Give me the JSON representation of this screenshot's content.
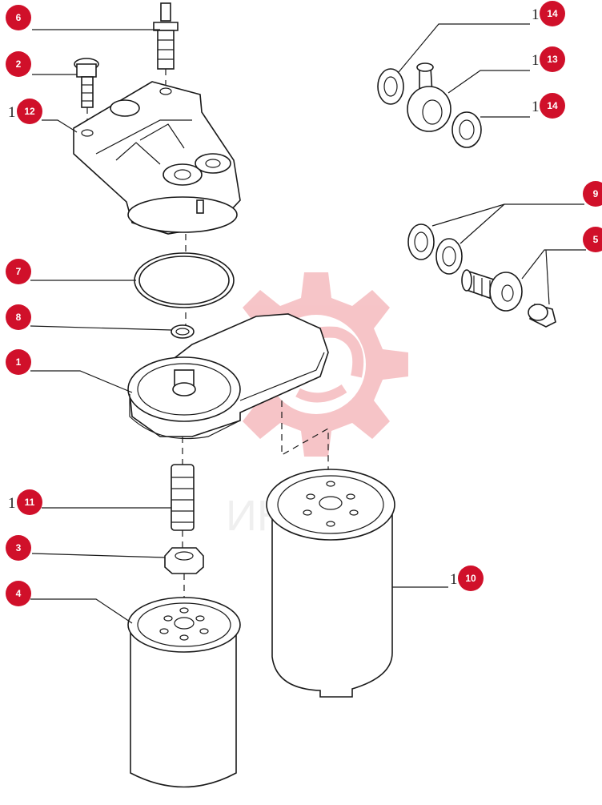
{
  "diagram": {
    "accent_color": "#d0102a",
    "watermark_text": "ИН",
    "callouts": [
      {
        "id": "c6",
        "label": "6"
      },
      {
        "id": "c2",
        "label": "2"
      },
      {
        "id": "c12",
        "label": "12",
        "ghost": "1"
      },
      {
        "id": "c7",
        "label": "7"
      },
      {
        "id": "c8",
        "label": "8"
      },
      {
        "id": "c1",
        "label": "1"
      },
      {
        "id": "c11",
        "label": "11",
        "ghost": "1"
      },
      {
        "id": "c3",
        "label": "3"
      },
      {
        "id": "c4",
        "label": "4"
      },
      {
        "id": "c10",
        "label": "10",
        "ghost": "1"
      },
      {
        "id": "c14a",
        "label": "14",
        "ghost": "1"
      },
      {
        "id": "c13",
        "label": "13",
        "ghost": "1"
      },
      {
        "id": "c14b",
        "label": "14",
        "ghost": "1"
      },
      {
        "id": "c9",
        "label": "9"
      },
      {
        "id": "c5",
        "label": "5"
      }
    ]
  }
}
